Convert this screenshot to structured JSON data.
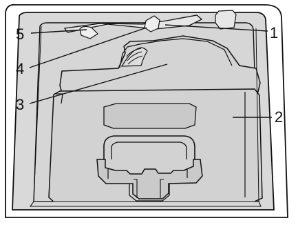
{
  "callouts": {
    "c1": "1",
    "c2": "2",
    "c3": "3",
    "c4": "4",
    "c5": "5"
  },
  "colors": {
    "line": "#111111",
    "fill_light": "#d9d9d9",
    "fill_mid": "#c9c9c9",
    "fill_dark": "#bcbcbc",
    "bg": "#ffffff"
  }
}
